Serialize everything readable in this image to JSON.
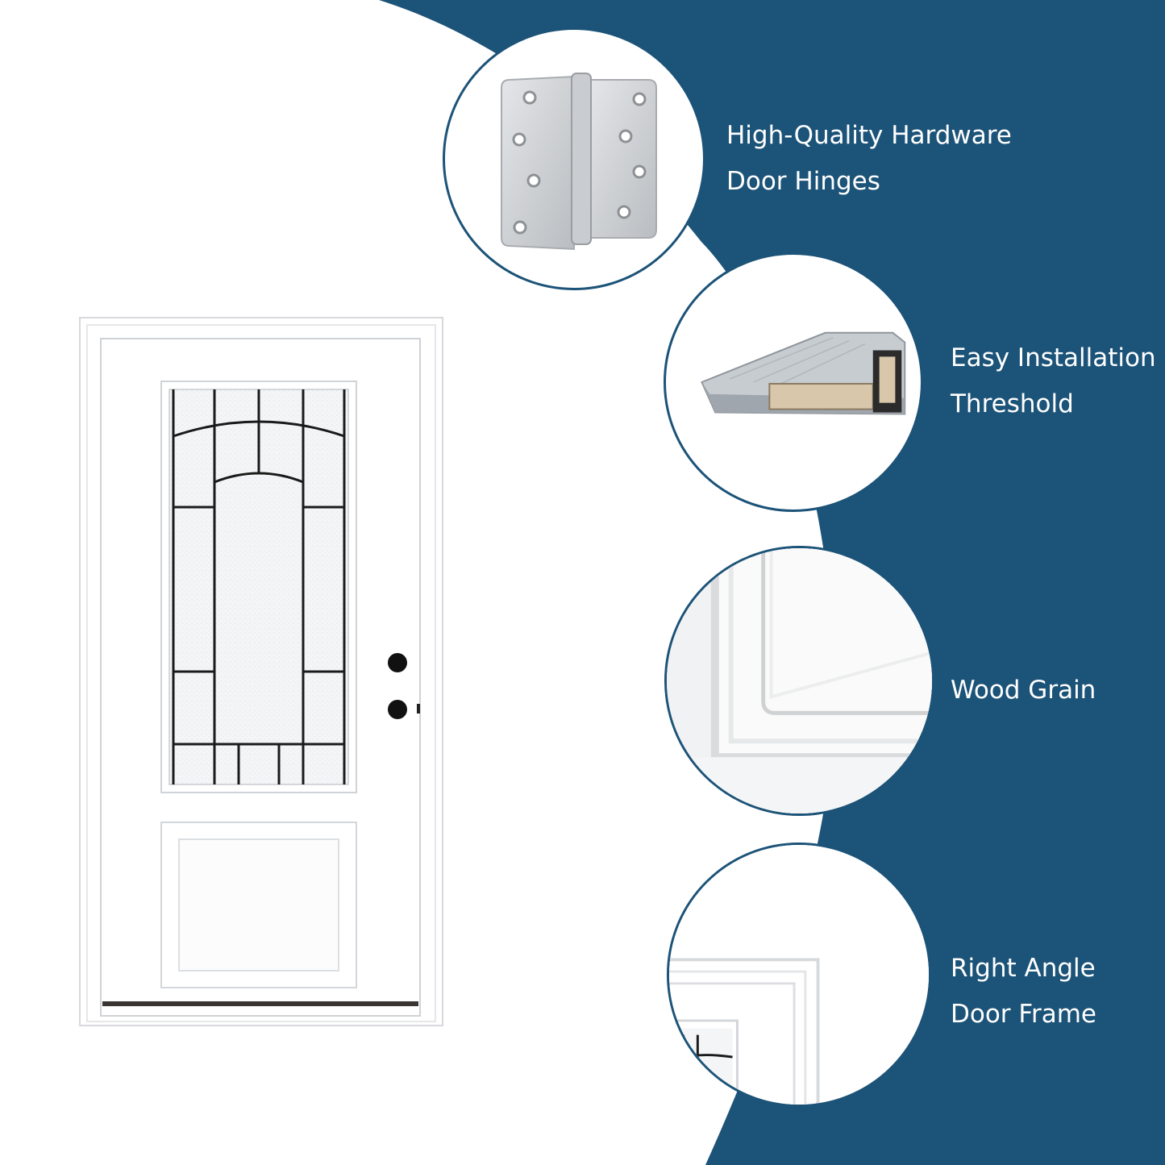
{
  "background": {
    "panel_color": "#1c5378",
    "page_color": "#ffffff"
  },
  "features": [
    {
      "name": "hinge",
      "icon": "door-hinge-icon",
      "lines": [
        "High-Quality Hardware",
        "Door Hinges"
      ]
    },
    {
      "name": "threshold",
      "icon": "threshold-icon",
      "lines": [
        "Easy Installation",
        "Threshold"
      ]
    },
    {
      "name": "wood-grain",
      "icon": "wood-grain-panel-icon",
      "lines": [
        "Wood Grain"
      ]
    },
    {
      "name": "door-frame",
      "icon": "right-angle-frame-icon",
      "lines": [
        "Right Angle",
        "Door Frame"
      ]
    }
  ],
  "product": {
    "icon": "entry-door-illustration",
    "glass_color": "#f3f4f5",
    "came_color": "#1a1a1a"
  }
}
